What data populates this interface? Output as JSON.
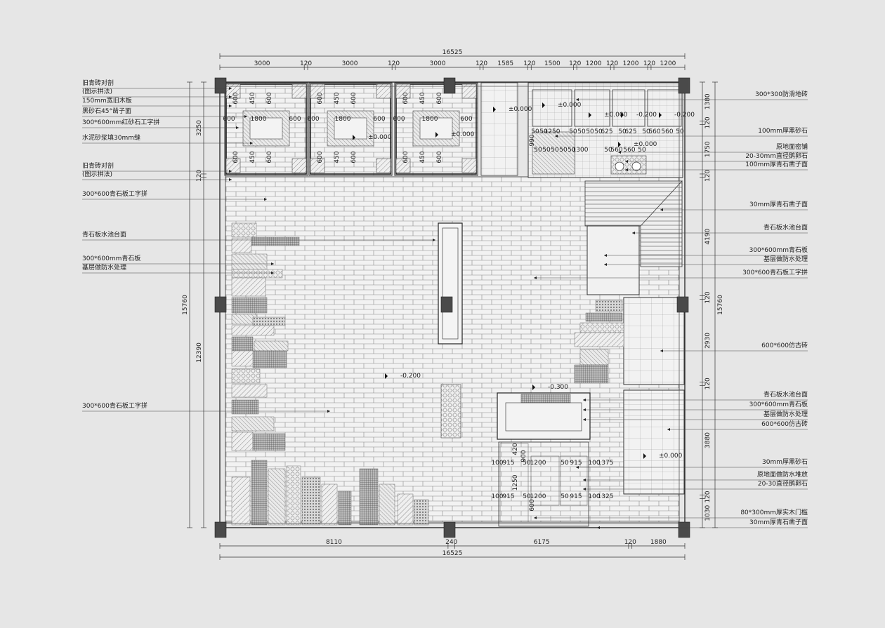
{
  "drawing": {
    "colors": {
      "background": "#e6e6e6",
      "line": "#333333",
      "column": "#4a4a4a",
      "hatch": "#666666"
    }
  },
  "dimensions": {
    "top_total": "16525",
    "top_segments": [
      "3000",
      "120",
      "3000",
      "120",
      "3000",
      "120",
      "1585",
      "120",
      "1500",
      "120",
      "1200",
      "120",
      "1200",
      "120",
      "1200"
    ],
    "bottom_total": "16525",
    "bottom_segments": [
      "8110",
      "240",
      "6175",
      "120",
      "1880"
    ],
    "left_total": "15760",
    "left_segments": [
      "3250",
      "120",
      "12390"
    ],
    "right_total": "15760",
    "right_segments": [
      "1380",
      "120",
      "1750",
      "120",
      "4190",
      "120",
      "2930",
      "120",
      "3880",
      "120",
      "1030"
    ]
  },
  "inner_dims": {
    "row1": [
      "600",
      "1800",
      "600",
      "600",
      "1800",
      "600",
      "600",
      "1800",
      "600"
    ],
    "row_small": [
      "600",
      "450",
      "600"
    ],
    "toilet_a": [
      "50",
      "50",
      "1250",
      "50",
      "50",
      "50",
      "50",
      "625",
      "50",
      "625",
      "50",
      "560",
      "560",
      "50"
    ],
    "toilet_b": [
      "50",
      "50",
      "50",
      "50",
      "50",
      "1300",
      "50",
      "560",
      "560",
      "50"
    ],
    "bar_row1": [
      "100",
      "915",
      "50",
      "1200",
      "50",
      "915",
      "100",
      "1375"
    ],
    "bar_row2": [
      "100",
      "915",
      "50",
      "1200",
      "50",
      "915",
      "100",
      "1325"
    ],
    "vertical": [
      "990",
      "1250",
      "900",
      "600",
      "420"
    ]
  },
  "elevations": [
    "±0.000",
    "±0.000",
    "±0.000",
    "±0.000",
    "±0.000",
    "-0.300",
    "±0.000",
    "-0.200",
    "-0.200",
    "-0.200",
    "±0.000"
  ],
  "left_labels": [
    "旧青砖对剖",
    "(图示拼法)",
    "150mm宽旧木板",
    "黑砂石45°凿子面",
    "300*600mm红砂石工字拼",
    "水泥砂浆填30mm缝",
    "旧青砖对剖",
    "(图示拼法)",
    "300*600青石板工字拼",
    "青石板水池台面",
    "300*600mm青石板",
    "基层做防水处理",
    "300*600青石板工字拼"
  ],
  "right_labels": [
    "300*300防滑地砖",
    "100mm厚黑砂石",
    "原地面密铺",
    "20-30mm直径鹅卵石",
    "100mm厚青石凿子面",
    "30mm厚青石凿子面",
    "青石板水池台面",
    "300*600mm青石板",
    "基层做防水处理",
    "300*600青石板工字拼",
    "600*600仿古砖",
    "青石板水池台面",
    "300*600mm青石板",
    "基层做防水处理",
    "600*600仿古砖",
    "30mm厚黑砂石",
    "原地面做防水堆放",
    "20-30直径鹅卵石",
    "80*300mm厚实木门槛",
    "30mm厚青石凿子面"
  ]
}
